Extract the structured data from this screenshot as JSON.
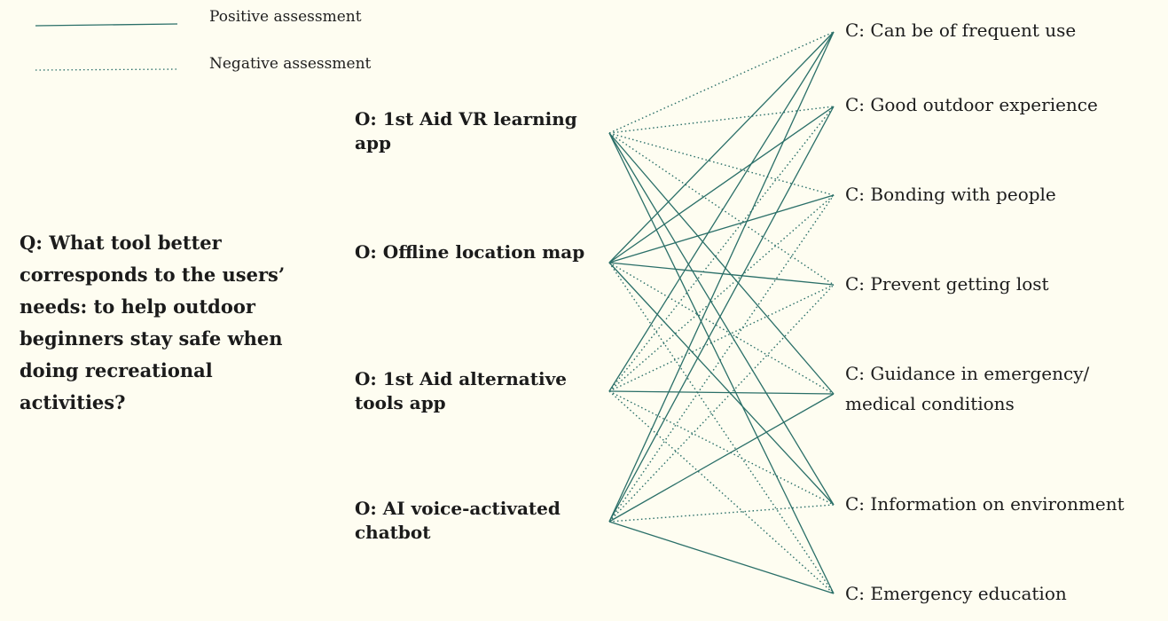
{
  "legend": {
    "positive_label": "Positive assessment",
    "negative_label": "Negative assessment"
  },
  "question": "Q: What tool better corresponds to the users’ needs: to help outdoor beginners stay safe when doing recreational activities?",
  "options": [
    {
      "label": "O: 1st Aid VR learning app"
    },
    {
      "label": "O: Offline location map"
    },
    {
      "label": "O: 1st Aid alternative tools app"
    },
    {
      "label": "O: AI voice-activated chatbot"
    }
  ],
  "criteria": [
    {
      "label": "C: Can be of frequent use"
    },
    {
      "label": "C: Good outdoor experience"
    },
    {
      "label": "C: Bonding with people"
    },
    {
      "label": "C: Prevent getting lost"
    },
    {
      "label": "C: Guidance in emergency/ medical conditions"
    },
    {
      "label": "C: Information on environment"
    },
    {
      "label": "C: Emergency education"
    }
  ],
  "assessments": [
    [
      -1,
      -1,
      -1,
      -1,
      1,
      1,
      1
    ],
    [
      1,
      1,
      1,
      1,
      -1,
      1,
      -1
    ],
    [
      1,
      -1,
      -1,
      -1,
      1,
      -1,
      -1
    ],
    [
      1,
      1,
      -1,
      -1,
      1,
      -1,
      1
    ]
  ],
  "colors": {
    "line": "#2a6f68",
    "background": "#fefdf1",
    "text": "#1b1b1b"
  }
}
